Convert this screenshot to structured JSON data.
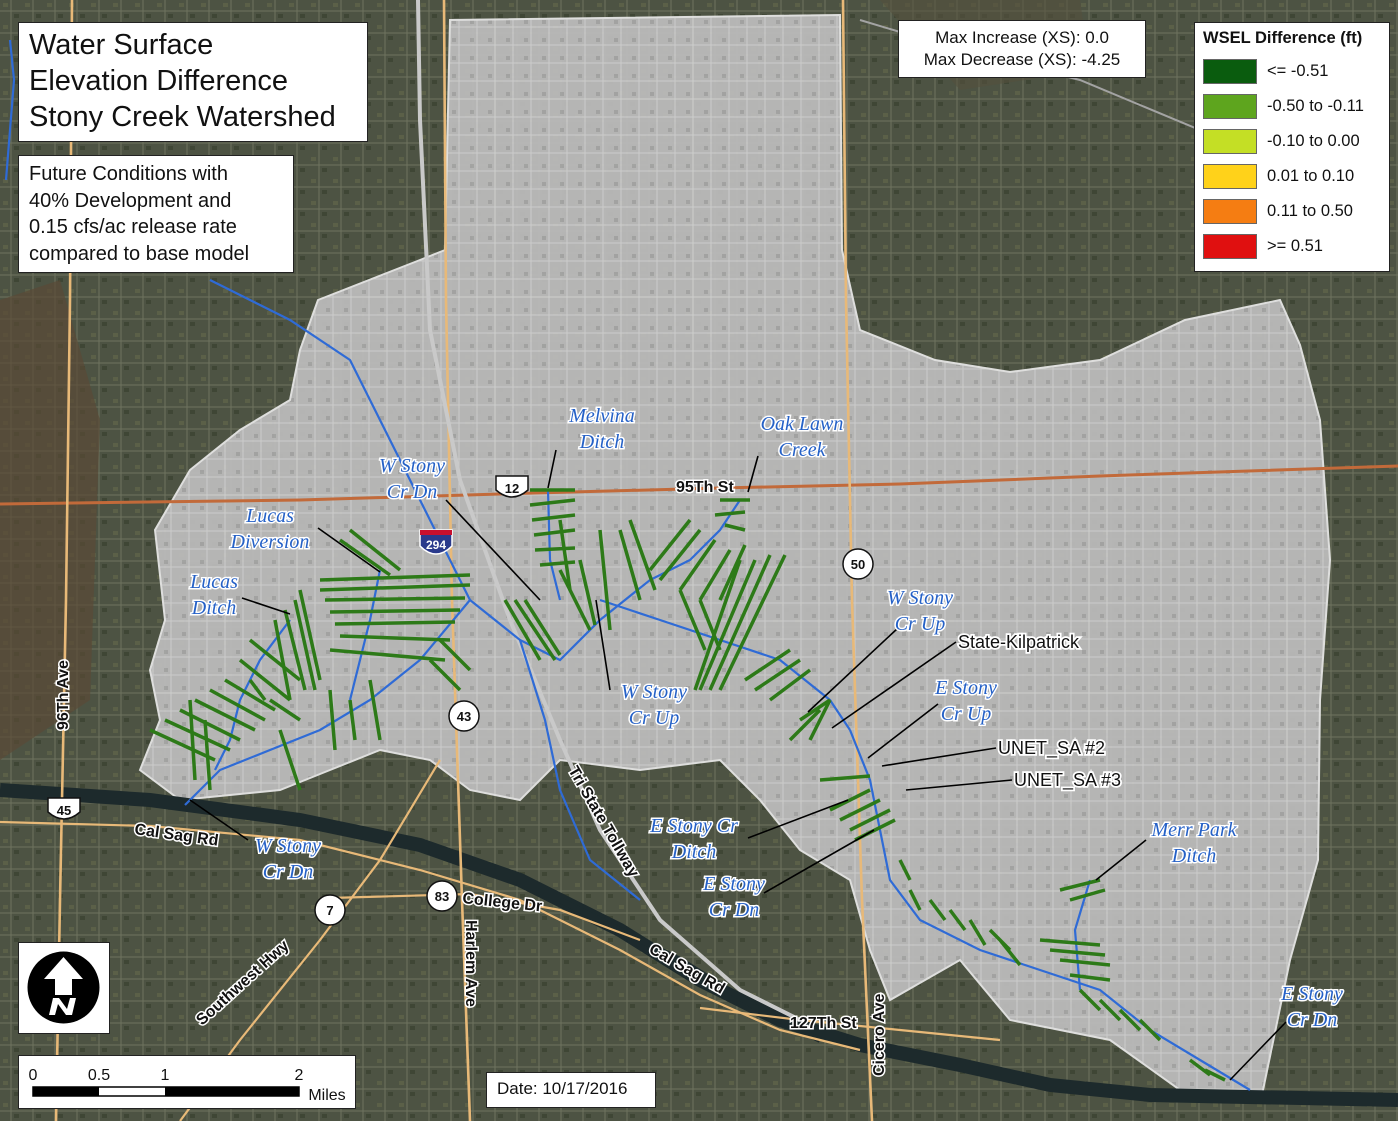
{
  "title": [
    "Water Surface",
    "Elevation Difference",
    "Stony Creek Watershed"
  ],
  "subtitle": [
    "Future Conditions with",
    "40% Development and",
    "0.15 cfs/ac release rate",
    "compared to base model"
  ],
  "stats": [
    "Max Increase (XS): 0.0",
    "Max Decrease (XS): -4.25"
  ],
  "legend": {
    "title": "WSEL Difference (ft)",
    "items": [
      {
        "label": "<= -0.51",
        "color": "#0a5c0e"
      },
      {
        "label": "-0.50 to -0.11",
        "color": "#5ea51e"
      },
      {
        "label": "-0.10 to 0.00",
        "color": "#c4df25"
      },
      {
        "label": "0.01 to 0.10",
        "color": "#ffd21a"
      },
      {
        "label": "0.11 to 0.50",
        "color": "#f57d12"
      },
      {
        "label": ">= 0.51",
        "color": "#e01010"
      }
    ]
  },
  "date": "Date: 10/17/2016",
  "scale": {
    "labels": [
      "0",
      "0.5",
      "1",
      "2"
    ],
    "unit": "Miles"
  },
  "shields": {
    "us12": "12",
    "i294": "294",
    "il50": "50",
    "il43": "43",
    "us45": "45",
    "il7": "7",
    "il83": "83"
  },
  "roads": {
    "st95": "95Th St",
    "ave96": "96Th Ave",
    "calsag_rd": "Cal Sag Rd",
    "college": "College Dr",
    "harlem": "Harlem Ave",
    "tollway": "Tri State Tollway",
    "calsag_rd2": "Cal Sag Rd",
    "st127": "127Th St",
    "cicero": "Cicero Ave",
    "southwest": "Southwest Hwy"
  },
  "streams": {
    "melvina": [
      "Melvina",
      "Ditch"
    ],
    "oaklawn": [
      "Oak Lawn",
      "Creek"
    ],
    "wstony_dn1": [
      "W Stony",
      "Cr Dn"
    ],
    "lucas_div": [
      "Lucas",
      "Diversion"
    ],
    "lucas_ditch": [
      "Lucas",
      "Ditch"
    ],
    "wstony_up1": [
      "W Stony",
      "Cr Up"
    ],
    "wstony_up2": [
      "W Stony",
      "Cr Up"
    ],
    "estony_up": [
      "E Stony",
      "Cr Up"
    ],
    "wstony_dn2": [
      "W Stony",
      "Cr Dn"
    ],
    "estony_ditch": [
      "E Stony Cr",
      "Ditch"
    ],
    "estony_dn1": [
      "E Stony",
      "Cr Dn"
    ],
    "merrpark": [
      "Merr Park",
      "Ditch"
    ],
    "estony_dn2": [
      "E Stony",
      "Cr Dn"
    ]
  },
  "callouts": {
    "state": "State-Kilpatrick",
    "unet2": "UNET_SA #2",
    "unet3": "UNET_SA #3"
  }
}
